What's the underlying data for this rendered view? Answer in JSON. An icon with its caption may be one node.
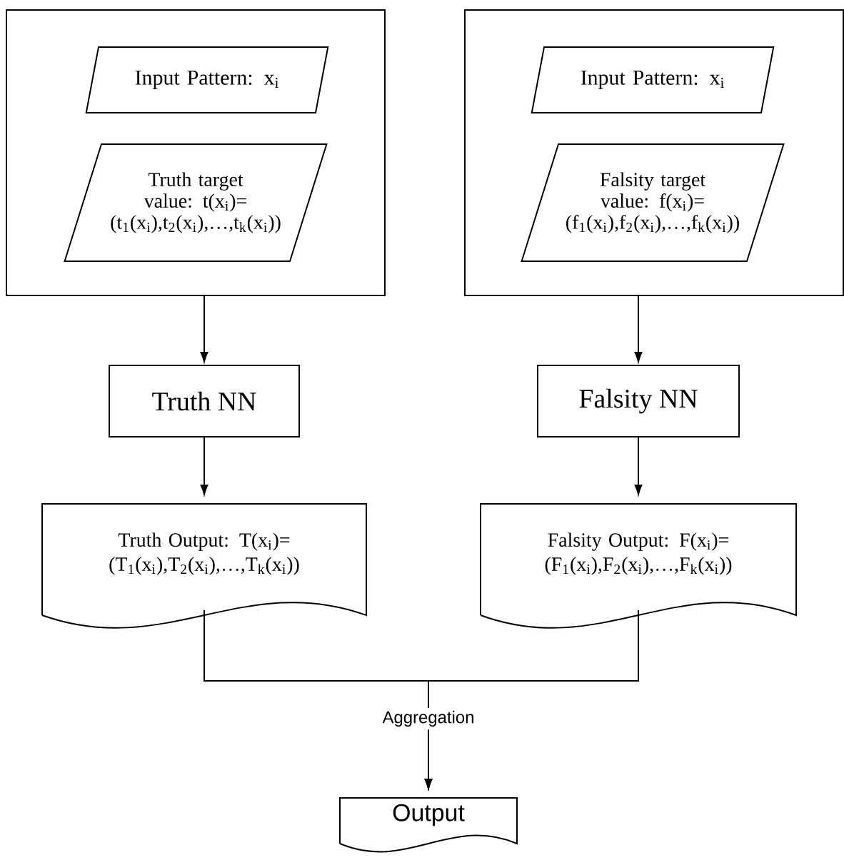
{
  "diagram": {
    "nodes": [
      {
        "text": [],
        "shape": "box"
      },
      {
        "text": [
          "Input Pattern: x$_{i}$"
        ],
        "in": 0
      },
      {
        "text": [
          "Truth target value: t(x$_{i}$)= (t$_{1}$(x$_{i}$),t$_{2}$(x$_{i}$),…,t$_{k}$(x$_{i}$))"
        ],
        "in": 0
      },
      {
        "text": [],
        "shape": "box"
      },
      {
        "text": [
          "Input Pattern: x$_{i}$"
        ],
        "in": 3
      },
      {
        "text": [
          "Falsity target value: f(x$_{i}$)= (f$_{1}$(x$_{i}$),f$_{2}$(x$_{i}$),…,f$_{k}$(x$_{i}$))"
        ],
        "in": 3
      },
      {
        "text": [
          "Truth NN"
        ]
      },
      {
        "text": [
          "Falsity NN"
        ]
      },
      {
        "text": [
          "Truth Output: T(x$_{i}$)= (T$_{1}$(x$_{i}$),T$_{2}$(x$_{i}$),…,T$_{k}$(x$_{i}$))"
        ]
      },
      {
        "text": [
          "Falsity Output: F(x$_{i}$)= (F$_{1}$(x$_{i}$),F$_{2}$(x$_{i}$),…,F$_{k}$(x$_{i}$))"
        ]
      },
      {
        "text": [
          "Output"
        ]
      }
    ],
    "edges": [
      {
        "from": 0,
        "to": 6,
        "arrow": "to"
      },
      {
        "from": 6,
        "to": 8,
        "arrow": "to"
      },
      {
        "from": 3,
        "to": 7,
        "arrow": "to"
      },
      {
        "from": 7,
        "to": 9,
        "arrow": "to"
      },
      {
        "from": 8,
        "to": 10,
        "arrow": "to",
        "label": "Aggregation"
      },
      {
        "from": 9,
        "to": 10,
        "arrow": "to"
      }
    ]
  }
}
